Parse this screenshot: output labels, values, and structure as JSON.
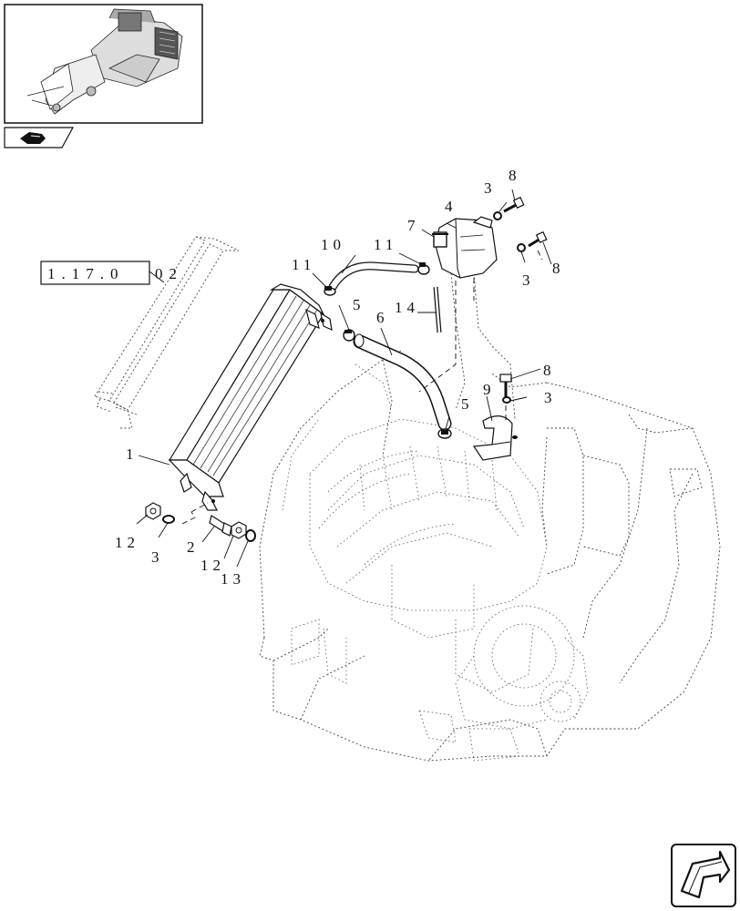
{
  "reference_box": {
    "text": "1.17.0",
    "suffix": "02"
  },
  "callouts": {
    "c1": "1",
    "c2": "2",
    "c3a": "3",
    "c3b": "3",
    "c3c": "3",
    "c3d": "3",
    "c4": "4",
    "c5a": "5",
    "c5b": "5",
    "c6": "6",
    "c7": "7",
    "c8a": "8",
    "c8b": "8",
    "c8c": "8",
    "c9": "9",
    "c10": "10",
    "c11a": "11",
    "c11b": "11",
    "c12a": "12",
    "c12b": "12",
    "c13": "13",
    "c14": "14"
  },
  "icons": {
    "thumbnail": "tractor-overview-thumbnail",
    "section_tab": "hand-pointer-icon",
    "next_page": "next-page-arrow-icon"
  }
}
